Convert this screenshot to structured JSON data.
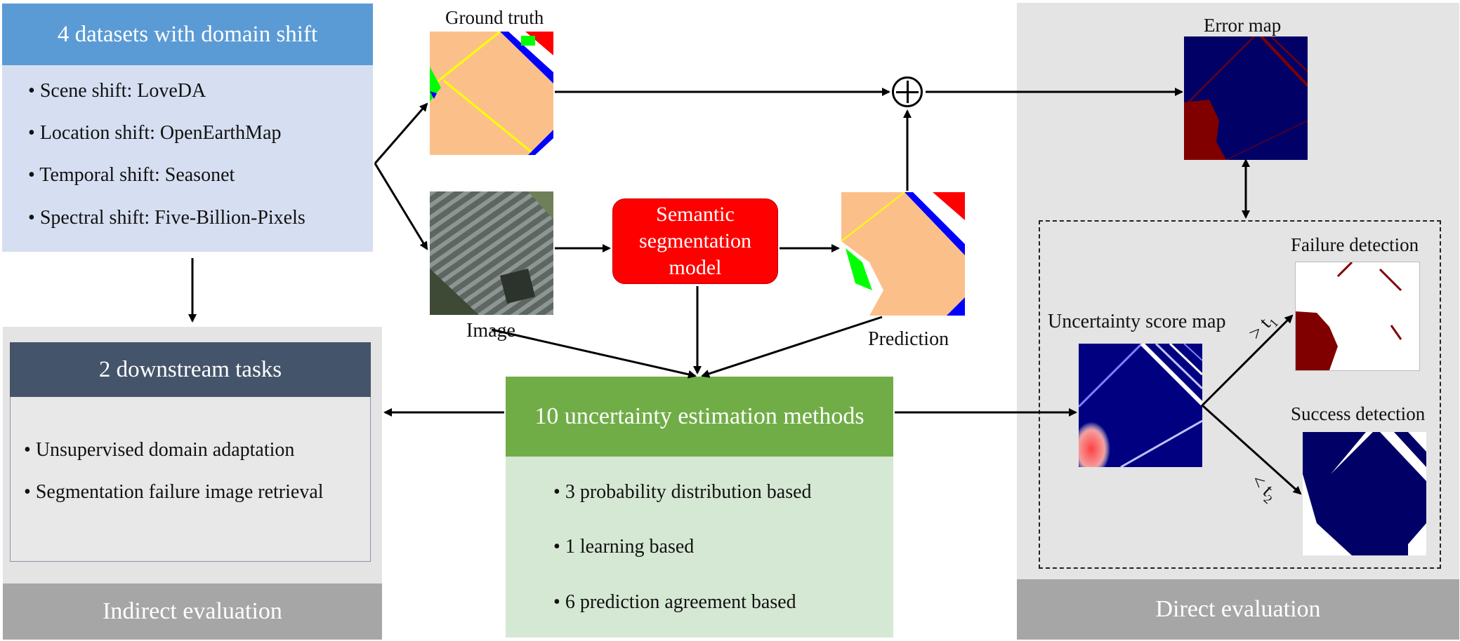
{
  "datasets": {
    "title": "4 datasets with domain shift",
    "items": [
      "Scene shift: LoveDA",
      "Location shift: OpenEarthMap",
      "Temporal shift: Seasonet",
      "Spectral shift: Five-Billion-Pixels"
    ]
  },
  "downstream": {
    "title": "2 downstream tasks",
    "items": [
      "Unsupervised domain adaptation",
      "Segmentation failure image retrieval"
    ],
    "footer": "Indirect evaluation"
  },
  "pipeline": {
    "ground_truth": "Ground truth",
    "image": "Image",
    "model": "Semantic segmentation model",
    "prediction": "Prediction"
  },
  "methods": {
    "title": "10 uncertainty estimation methods",
    "items": [
      "3 probability distribution based",
      "1 learning based",
      "6 prediction agreement based"
    ]
  },
  "direct": {
    "error_map": "Error map",
    "uncertainty_map": "Uncertainty score map",
    "failure": "Failure detection",
    "success": "Success detection",
    "gt_threshold": "> t",
    "gt_sub": "1",
    "lt_threshold": "< t",
    "lt_sub": "2",
    "footer": "Direct evaluation"
  },
  "colors": {
    "blue_header": "#5b9bd5",
    "light_blue": "#d6dff1",
    "slate_header": "#44546a",
    "green_header": "#70ad47",
    "light_green": "#d5e8d4",
    "model_red": "#ff0000",
    "footer_grey": "#a6a6a6",
    "panel_grey": "#e4e4e4",
    "navy": "#000066",
    "dark_red": "#800000"
  }
}
